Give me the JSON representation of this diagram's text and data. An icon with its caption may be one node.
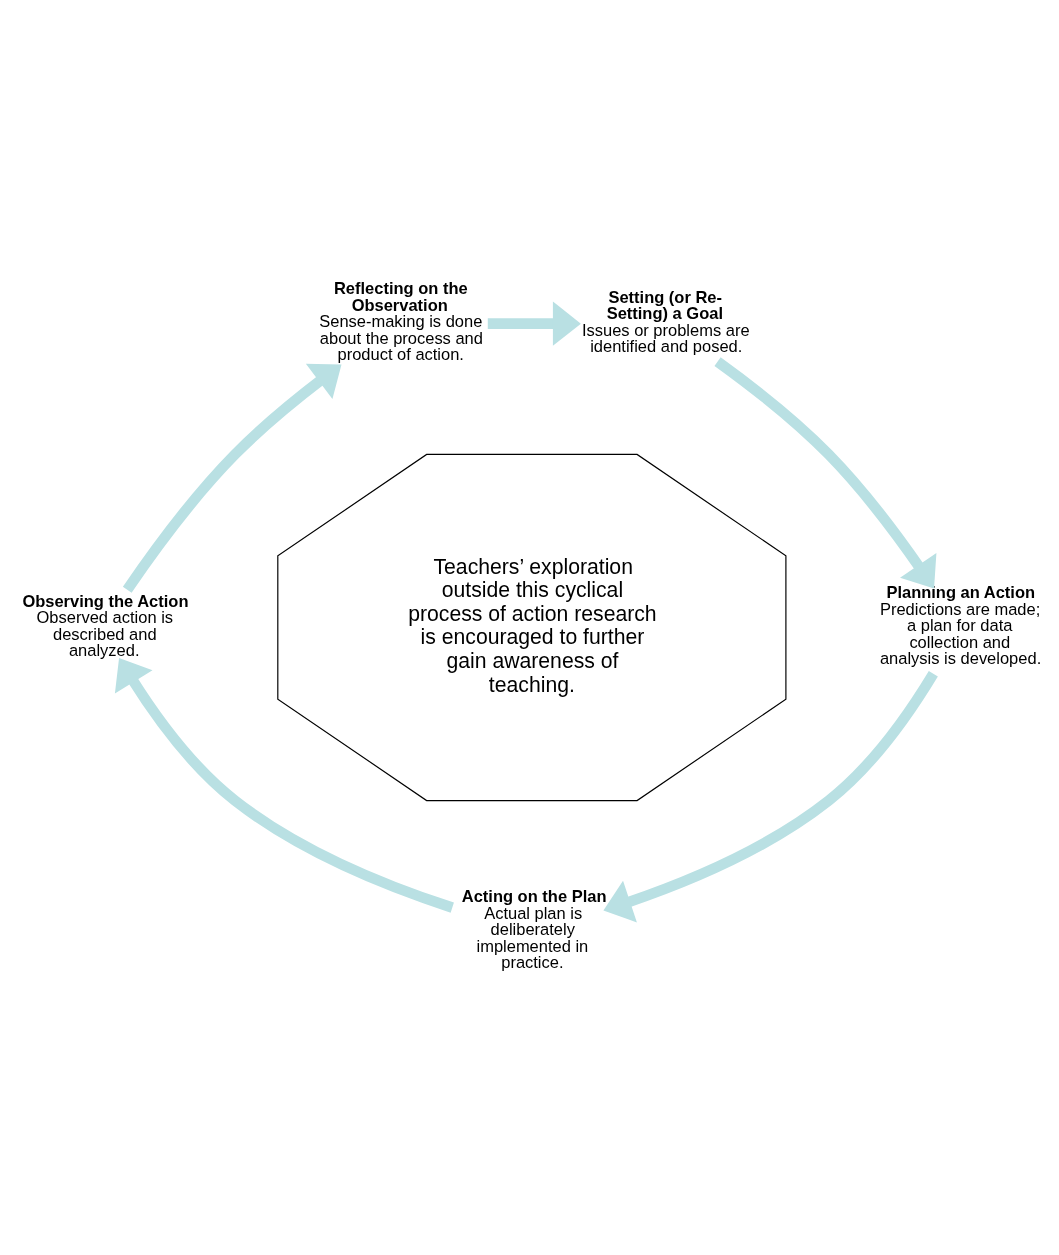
{
  "diagram": {
    "nodes": [
      {
        "text": [
          "Reflecting on the Observation",
          "Sense-making is done about the process and product of action."
        ]
      },
      {
        "text": [
          "Setting (or Re-Setting) a Goal",
          "Issues or problems are identified and posed."
        ]
      },
      {
        "text": [
          "Teachers’ exploration outside this cyclical process of action research is encouraged to further gain awareness of teaching."
        ]
      },
      {
        "text": [
          "Observing the Action",
          "Observed action is described and analyzed."
        ]
      },
      {
        "text": [
          "Planning an Action",
          "Predictions are made; a plan for data collection and analysis is developed."
        ]
      },
      {
        "text": [
          "Acting on the Plan",
          "Actual plan is deliberately implemented in practice."
        ]
      }
    ],
    "edges": [
      {
        "from": 0,
        "to": 1,
        "arrow": "to"
      },
      {
        "from": 1,
        "to": 4,
        "arrow": "to"
      },
      {
        "from": 4,
        "to": 5,
        "arrow": "to"
      },
      {
        "from": 5,
        "to": 3,
        "arrow": "to"
      },
      {
        "from": 3,
        "to": 0,
        "arrow": "to"
      }
    ]
  }
}
